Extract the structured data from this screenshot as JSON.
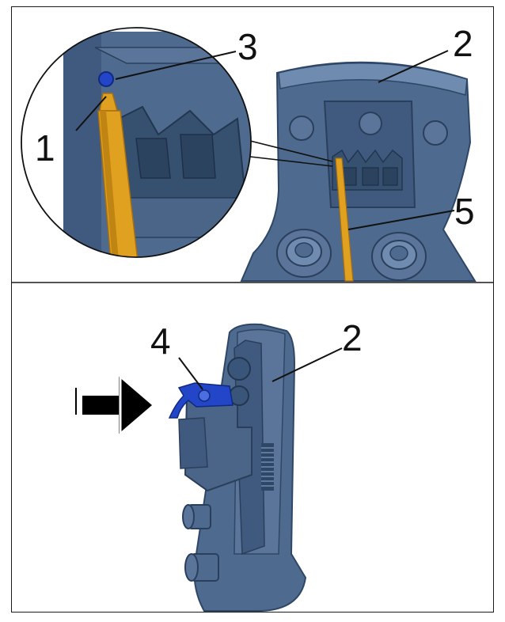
{
  "colors": {
    "tool_body": "#4e6a8e",
    "tool_dark": "#2f4766",
    "tool_light": "#6f8cb0",
    "gauge_pin": "#e0a020",
    "gauge_pin_dark": "#a8700e",
    "ratchet_blue": "#2346c8",
    "line": "#111111",
    "arrow": "#000000"
  },
  "top_panel": {
    "callouts": {
      "pin": "1",
      "tool_head": "2",
      "bolt": "3",
      "gauge": "5"
    }
  },
  "bottom_panel": {
    "callouts": {
      "ratchet_release": "4",
      "tool_head": "2"
    },
    "arrow_icon": "push-arrow-icon"
  }
}
